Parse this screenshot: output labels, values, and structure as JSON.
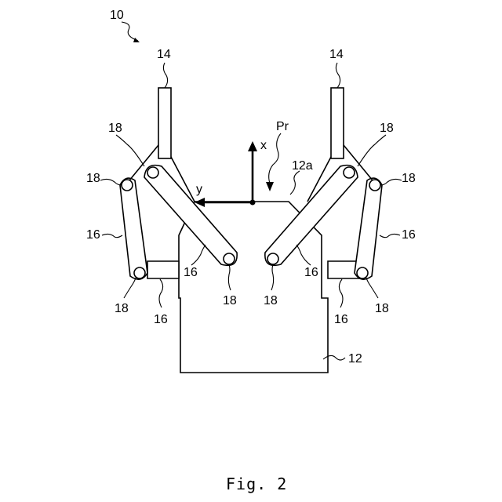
{
  "figure": {
    "caption": "Fig. 2",
    "ref_device": "10",
    "ref_fingers_left": "14",
    "ref_fingers_right": "14",
    "ref_base": "12",
    "ref_base_face": "12a",
    "ref_point": "Pr",
    "axis_x": "x",
    "axis_y": "y",
    "ref_link": "16",
    "ref_pin": "18"
  }
}
